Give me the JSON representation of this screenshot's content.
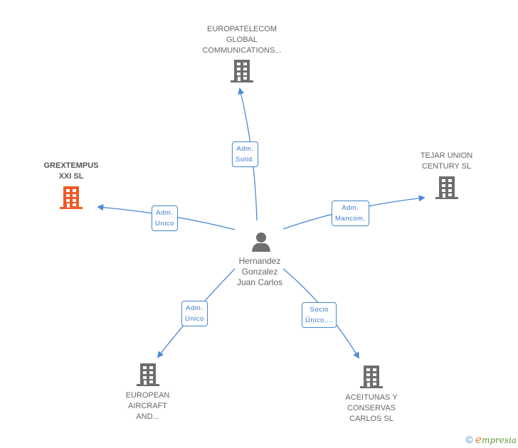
{
  "center": {
    "name_lines": [
      "Hernandez",
      "Gonzalez",
      "Juan Carlos"
    ],
    "icon": "person-icon"
  },
  "companies": [
    {
      "id": "europatelecom",
      "lines": [
        "EUROPATELECOM",
        "GLOBAL",
        "COMMUNICATIONS..."
      ],
      "color": "#6e6e6e",
      "highlight": false
    },
    {
      "id": "grextempus",
      "lines": [
        "GREXTEMPUS",
        "XXI SL"
      ],
      "color": "#f05a28",
      "highlight": true
    },
    {
      "id": "tejar",
      "lines": [
        "TEJAR UNION",
        "CENTURY SL"
      ],
      "color": "#6e6e6e",
      "highlight": false
    },
    {
      "id": "european-aircraft",
      "lines": [
        "EUROPEAN",
        "AIRCRAFT",
        "AND..."
      ],
      "color": "#6e6e6e",
      "highlight": false
    },
    {
      "id": "aceitunas",
      "lines": [
        "ACEITUNAS Y",
        "CONSERVAS",
        "CARLOS SL"
      ],
      "color": "#6e6e6e",
      "highlight": false
    }
  ],
  "roles": [
    {
      "target": "europatelecom",
      "lines": [
        "Adm.",
        "Solid."
      ]
    },
    {
      "target": "grextempus",
      "lines": [
        "Adm.",
        "Unico"
      ]
    },
    {
      "target": "tejar",
      "lines": [
        "Adm.",
        "Mancom."
      ]
    },
    {
      "target": "european-aircraft",
      "lines": [
        "Adm.",
        "Unico"
      ]
    },
    {
      "target": "aceitunas",
      "lines": [
        "Socio",
        "Único,..."
      ]
    }
  ],
  "colors": {
    "edge": "#4a8ad4",
    "building": "#6e6e6e",
    "highlight": "#f05a28"
  },
  "footer": {
    "copyright": "©",
    "brand_initial": "e",
    "brand_rest": "mpresia"
  }
}
